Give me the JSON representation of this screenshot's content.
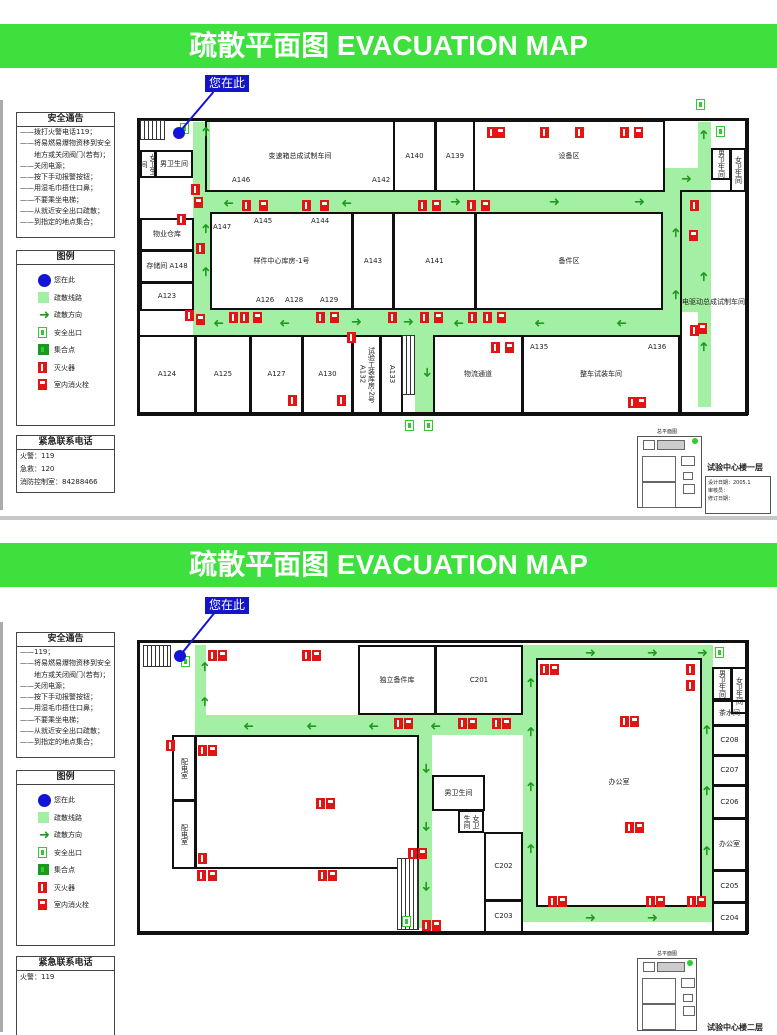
{
  "colors": {
    "banner": "#3ee03e",
    "route": "#a3efa3",
    "arrow": "#1f9a1f",
    "you_are_here": "#1414d8",
    "fire": "#e31414",
    "exit": "#2ecc2e"
  },
  "sheets": [
    {
      "title": "疏散平面图  EVACUATION MAP",
      "you_are_here": "您在此",
      "notice": {
        "title": "安全通告",
        "items": [
          "——拨打火警电话119；",
          "——将易燃易爆物资移到安全",
          "　　地方或关闭阀门(若有)；",
          "——关闭电源；",
          "——按下手动报警按钮；",
          "——用湿毛巾捂住口鼻；",
          "——不要乘坐电梯；",
          "——从就近安全出口疏散；",
          "——到指定的地点集合；"
        ]
      },
      "legend": {
        "title": "图例",
        "items": [
          {
            "icon": "you-are-here-dot",
            "label": "您在此"
          },
          {
            "icon": "route-swatch",
            "label": "疏散线路"
          },
          {
            "icon": "arrow-icon",
            "label": "疏散方向"
          },
          {
            "icon": "exit-icon",
            "label": "安全出口"
          },
          {
            "icon": "assembly-point-icon",
            "label": "集合点"
          },
          {
            "icon": "fire-extinguisher-icon",
            "label": "灭火器"
          },
          {
            "icon": "fire-hydrant-icon",
            "label": "室内消火栓"
          }
        ]
      },
      "contact": {
        "title": "紧急联系电话",
        "items": [
          "火警：119",
          "急救：120",
          "消防控制室：84288466"
        ]
      },
      "rooms": {
        "r_fw": "女卫生间",
        "r_mw": "男卫生间",
        "r_wh": "物业仓库",
        "r_st": "存储间 A148",
        "r_a123": "A123",
        "r_bsx": "变速箱总成试制车间",
        "r_a140": "A140",
        "r_a139": "A139",
        "r_sbq": "设备区",
        "r_yj": "样件中心库房-1号",
        "r_a143": "A143",
        "r_a141": "A141",
        "r_bjq": "备件区",
        "r_dq": "电驱动总成试制车间",
        "r_mw2": "男卫生间",
        "r_fw2": "女卫生间",
        "r_a124": "A124",
        "r_a125": "A125",
        "r_a127": "A127",
        "r_a130": "A130",
        "r_sy": "试验工装库房-2号 A132",
        "r_a133": "A133",
        "r_wl": "物流通道",
        "r_zc": "整车试装车间"
      },
      "door_labels": {
        "a146": "A146",
        "a142": "A142",
        "a145": "A145",
        "a144": "A144",
        "a147": "A147",
        "a126": "A126",
        "a128": "A128",
        "a129": "A129",
        "a135": "A135",
        "a136": "A136"
      },
      "keymap": {
        "heading": "总平面图",
        "floor": "试验中心楼一层",
        "info": [
          "设计日期：2005.1",
          "审核员：",
          "修订日期："
        ]
      }
    },
    {
      "title": "疏散平面图  EVACUATION MAP",
      "you_are_here": "您在此",
      "notice": {
        "title": "安全通告",
        "items": [
          "——119；",
          "——将易燃易爆物资移到安全",
          "　　地方或关闭阀门(若有)；",
          "——关闭电源；",
          "——按下手动报警按钮；",
          "——用湿毛巾捂住口鼻；",
          "——不要乘坐电梯；",
          "——从就近安全出口疏散；",
          "——到指定的地点集合；"
        ]
      },
      "legend": {
        "title": "图例",
        "items": [
          {
            "icon": "you-are-here-dot",
            "label": "您在此"
          },
          {
            "icon": "route-swatch",
            "label": "疏散线路"
          },
          {
            "icon": "arrow-icon",
            "label": "疏散方向"
          },
          {
            "icon": "exit-icon",
            "label": "安全出口"
          },
          {
            "icon": "assembly-point-icon",
            "label": "集合点"
          },
          {
            "icon": "fire-extinguisher-icon",
            "label": "灭火器"
          },
          {
            "icon": "fire-hydrant-icon",
            "label": "室内消火栓"
          }
        ]
      },
      "contact": {
        "title": "紧急联系电话",
        "items": [
          "火警：119"
        ]
      },
      "rooms": {
        "r_pd1": "配电室",
        "r_pd2": "配电室",
        "r_dl": "独立备件库",
        "r_c201": "C201",
        "r_big": "",
        "r_mw": "男卫生间",
        "r_fw": "女卫生间",
        "r_c202": "C202",
        "r_c203": "C203",
        "r_bgs": "办公室",
        "r_mw2": "男卫生间",
        "r_fw2": "女卫生间",
        "r_ts": "茶水间",
        "r_c208": "C208",
        "r_c207": "C207",
        "r_c206": "C206",
        "r_bgs2": "办公室",
        "r_c205": "C205",
        "r_c204": "C204"
      },
      "keymap": {
        "heading": "总平面图",
        "floor": "试验中心楼二层"
      }
    }
  ]
}
